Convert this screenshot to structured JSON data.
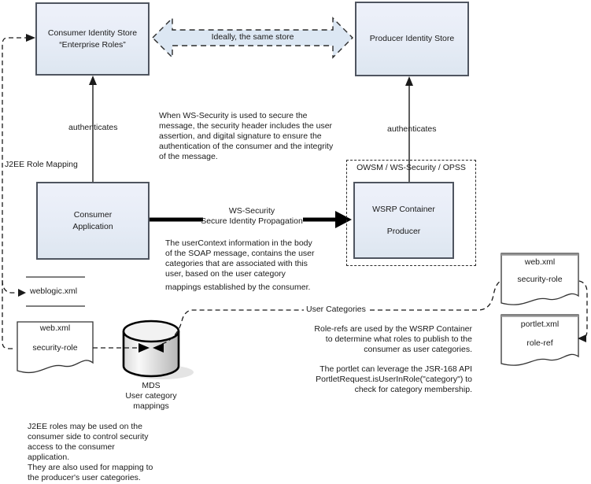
{
  "colors": {
    "node_fill_top": "#eef1fa",
    "node_fill_bottom": "#dde6f0",
    "node_border": "#4f5560",
    "big_arrow_fill": "#dce7f3",
    "line_color": "#1a1a1a",
    "cylinder_fill": "#e8e8e8",
    "document_fill": "#ffffff"
  },
  "boxes": {
    "consumer_identity_store": {
      "label": "Consumer Identity Store\n“Enterprise Roles”"
    },
    "producer_identity_store": {
      "label": "Producer Identity Store"
    },
    "consumer_application": {
      "label": "Consumer\nApplication"
    },
    "wsrp_container": {
      "label": "WSRP Container\n\nProducer"
    },
    "owsm_group": {
      "label": "OWSM / WS-Security / OPSS"
    }
  },
  "labels": {
    "ideally_same_store": "Ideally, the same store",
    "authenticates_left": "authenticates",
    "authenticates_right": "authenticates",
    "j2ee_role_mapping": "J2EE Role Mapping",
    "ws_security_arrow": "WS-Security\nSecure Identity Propagation",
    "user_categories": "User Categories",
    "weblogic_xml": "weblogic.xml",
    "mds": "MDS\nUser category\nmappings"
  },
  "documents": {
    "web_xml_left": {
      "title": "web.xml",
      "subtitle": "security-role"
    },
    "web_xml_right": {
      "title": "web.xml",
      "subtitle": "security-role"
    },
    "portlet_xml": {
      "title": "portlet.xml",
      "subtitle": "role-ref"
    }
  },
  "notes": {
    "ws_security_note": "When WS-Security is used to secure the\nmessage, the security header includes the user\nassertion, and digital signature to ensure the\nauthentication of the consumer and the integrity\nof the message.",
    "user_context_note": "The userContext information in the body\nof the SOAP message, contains the user\ncategories that are associated with this\nuser, based on the user category",
    "user_context_note2": "mappings established by the consumer.",
    "role_refs_note": "Role-refs are used by the WSRP Container\nto determine what roles to publish to the\nconsumer as user categories.",
    "portlet_note": "The portlet can leverage the JSR-168 API\nPortletRequest.isUserInRole(\"category\") to\ncheck for category membership.",
    "j2ee_roles_note": "J2EE roles may be used on the\nconsumer side to control security\naccess to the consumer\napplication.\nThey are also used for mapping to\nthe producer's user categories."
  }
}
